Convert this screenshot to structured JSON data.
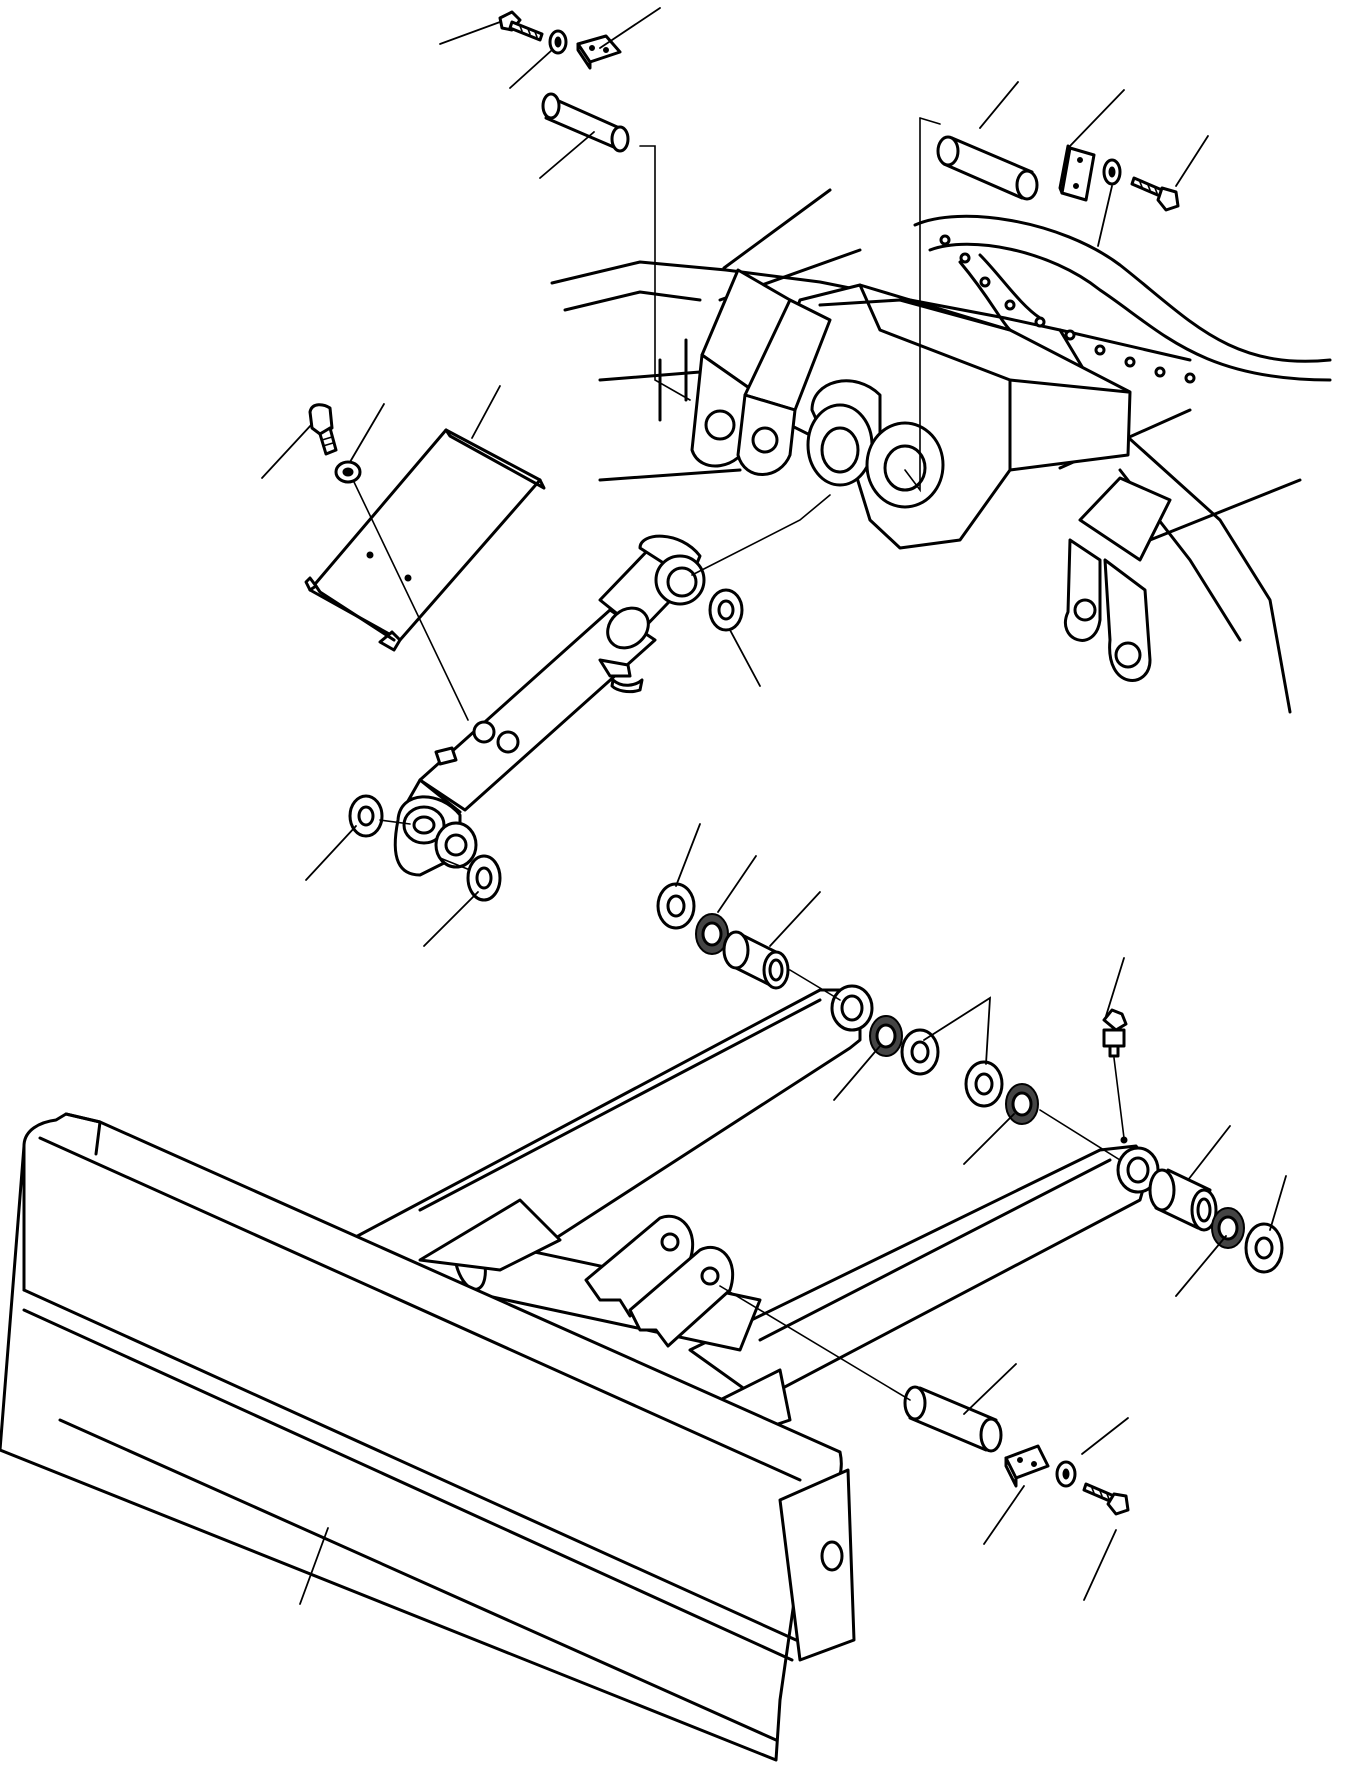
{
  "diagram": {
    "description_items": [
      "upper-frame-with-blade-mounts",
      "upper-pin-left",
      "upper-pin-right",
      "lock-plate",
      "cap-screw",
      "lock-washer",
      "hydraulic-cylinder",
      "cylinder-guard",
      "thrust-washer",
      "seal",
      "bushing",
      "grease-fitting",
      "blade-arm-assembly",
      "lower-pin",
      "dozer-blade"
    ],
    "leader_count": 27
  }
}
